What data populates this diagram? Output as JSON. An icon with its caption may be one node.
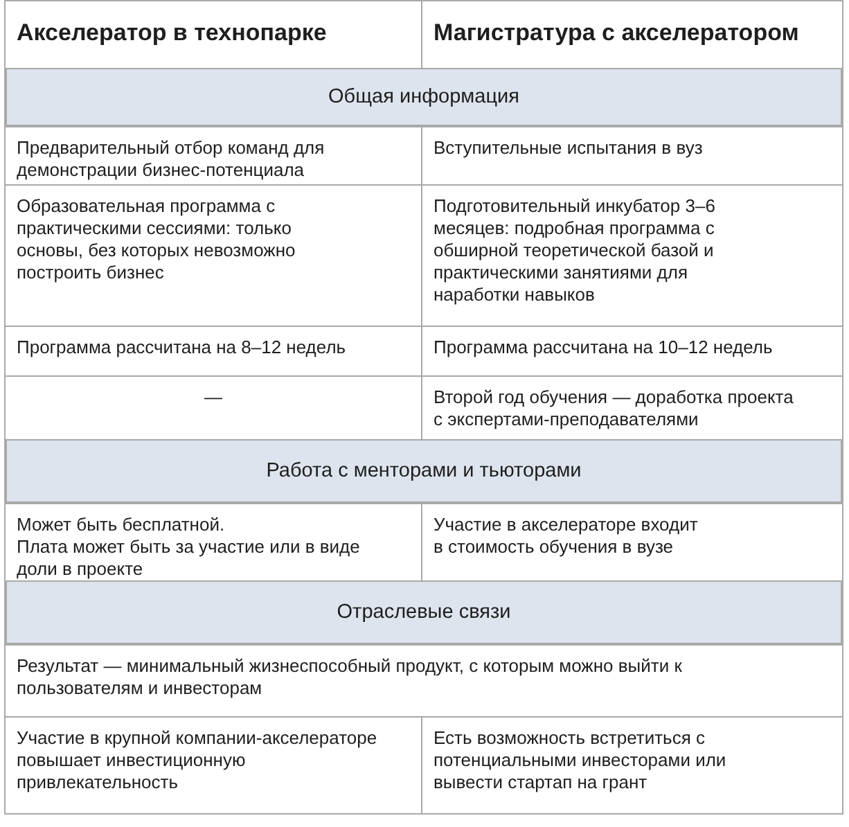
{
  "diagram": {
    "labels": [
      "Акселератор в технопарке",
      "Магистратура с акселератором",
      "Общая информация",
      "Предварительный отбор команд для демонстрации бизнес-потенциала",
      "Вступительные испытания в вуз",
      "Образовательная программа с практическими сессиями: только основы, без которых невозможно построить бизнес",
      "Подготовительный инкубатор 3–6 месяцев: подробная программа с обширной теоретической базой и практическими занятиями для наработки навыков",
      "Программа рассчитана на 8–12 недель",
      "Программа рассчитана на 10–12 недель",
      "—",
      "Второй год обучения — доработка проекта с экспертами-преподавателями",
      "Работа с менторами и тьюторами",
      "Может быть бесплатной.",
      "Плата может быть за участие или в виде доли в проекте",
      "Участие в акселераторе входит в стоимость обучения в вузе",
      "Отраслевые связи",
      "Результат — минимальный жизнеспособный продукт, с которым можно выйти к пользователям и инвесторам",
      "Участие в крупной компании-акселераторе повышает инвестиционную привлекательность",
      "Есть возможность встретиться с потенциальными инвесторами или вывести стартап на грант"
    ]
  }
}
